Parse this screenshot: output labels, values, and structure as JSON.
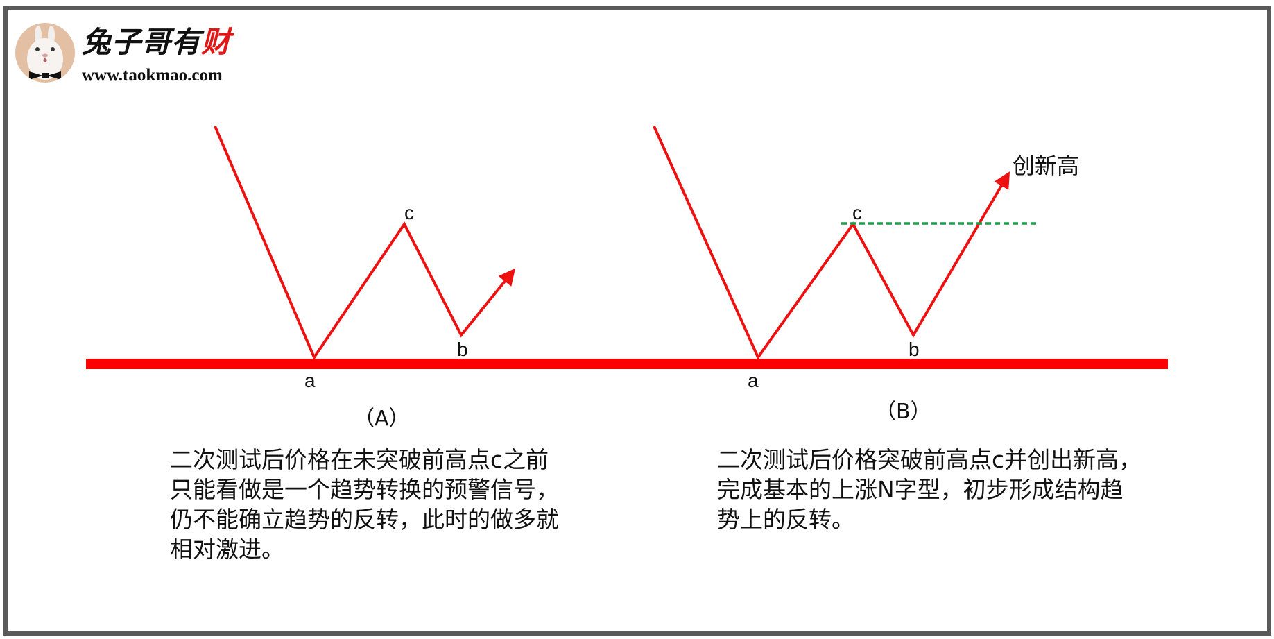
{
  "logo": {
    "title_main": "兔子哥有",
    "title_accent": "财",
    "url": "www.taokmao.com",
    "avatar_icon": "rabbit-with-bowtie-avatar"
  },
  "colors": {
    "frame": "#5a5a5a",
    "trend_line": "#ee1111",
    "support_bar": "#ff0000",
    "dashed_line": "#1a9e4a",
    "text": "#111111"
  },
  "panels": [
    {
      "id": "A",
      "label": "（A）",
      "points": {
        "a": "a",
        "b": "b",
        "c": "c"
      },
      "description": [
        "二次测试后价格在未突破前高点c之前",
        "只能看做是一个趋势转换的预警信号，",
        "仍不能确立趋势的反转，此时的做多就",
        "相对激进。"
      ]
    },
    {
      "id": "B",
      "label": "（B）",
      "points": {
        "a": "a",
        "b": "b",
        "c": "c"
      },
      "annotation": "创新高",
      "description": [
        "二次测试后价格突破前高点c并创出新高，",
        "完成基本的上涨N字型，初步形成结构趋",
        "势上的反转。"
      ]
    }
  ],
  "chart_data": {
    "type": "line",
    "title": "",
    "note": "Schematic price paths (pixel coordinates, y down) over a horizontal support bar",
    "support_bar": {
      "x_start": 124,
      "x_end": 1684,
      "y": 524,
      "thickness": 15
    },
    "series": [
      {
        "name": "Panel A path",
        "points": [
          [
            310,
            182
          ],
          [
            453,
            515
          ],
          [
            583,
            323
          ],
          [
            665,
            483
          ],
          [
            742,
            388
          ]
        ],
        "labels": {
          "a": [
            453,
            515
          ],
          "c": [
            583,
            323
          ],
          "b": [
            665,
            483
          ]
        },
        "ends_with_arrow": true
      },
      {
        "name": "Panel B path",
        "points": [
          [
            943,
            182
          ],
          [
            1093,
            515
          ],
          [
            1230,
            323
          ],
          [
            1317,
            483
          ],
          [
            1455,
            248
          ]
        ],
        "labels": {
          "a": [
            1093,
            515
          ],
          "c": [
            1230,
            323
          ],
          "b": [
            1317,
            483
          ]
        },
        "ends_with_arrow": true
      },
      {
        "name": "Previous high c (dashed)",
        "points": [
          [
            1213,
            322
          ],
          [
            1494,
            322
          ]
        ],
        "style": "dashed"
      }
    ]
  }
}
